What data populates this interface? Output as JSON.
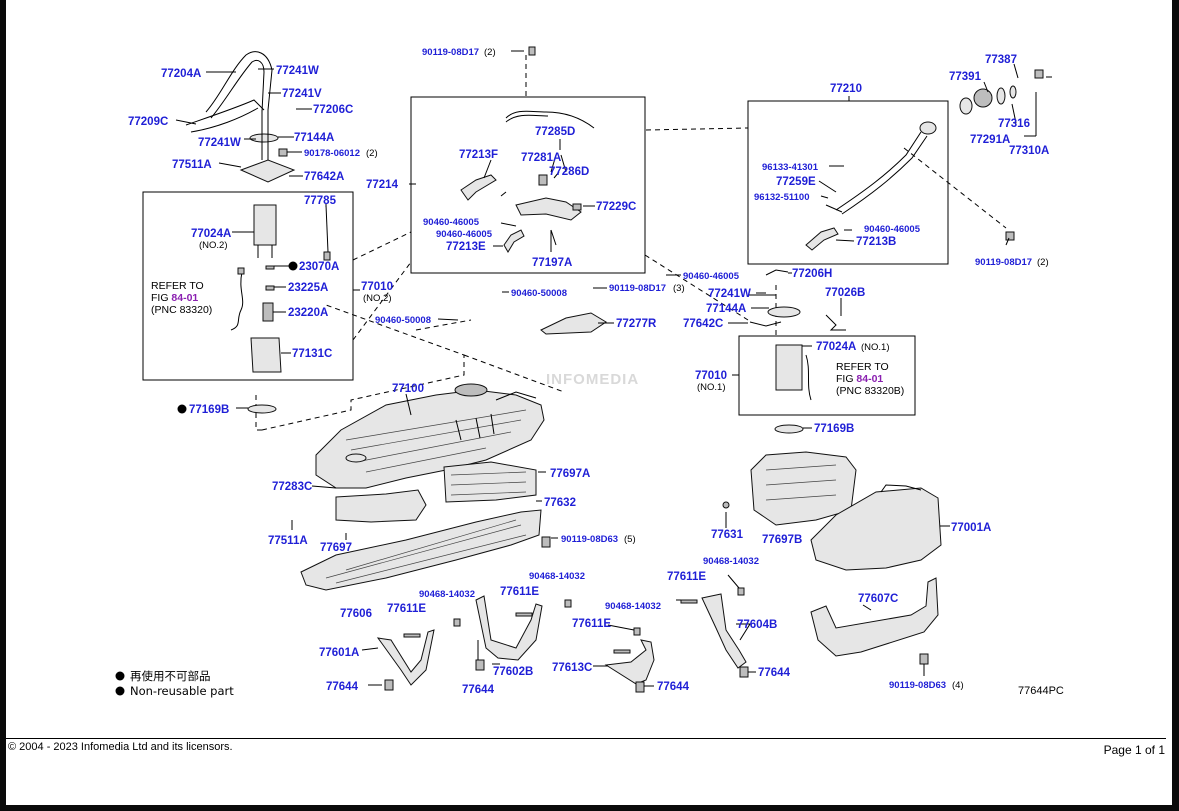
{
  "labels": {
    "p77204A": "77204A",
    "p77241W_a": "77241W",
    "p77241V": "77241V",
    "p77206C": "77206C",
    "p77209C": "77209C",
    "p77241W_b": "77241W",
    "p77144A_a": "77144A",
    "p90178": "90178-06012",
    "q90178": "(2)",
    "p77511A_a": "77511A",
    "p77642A": "77642A",
    "p77785": "77785",
    "p77024A_a": "77024A",
    "n77024A_a": "(NO.2)",
    "p23070A": "23070A",
    "p23225A": "23225A",
    "p23220A": "23220A",
    "p77131C": "77131C",
    "p77010_a": "77010",
    "n77010_a": "(NO.2)",
    "p77169B_a": "77169B",
    "p90119a": "90119-08D17",
    "q90119a": "(2)",
    "p77285D": "77285D",
    "p77213F": "77213F",
    "p77281A": "77281A",
    "p77286D": "77286D",
    "p77214": "77214",
    "p77229C": "77229C",
    "p90460_a": "90460-46005",
    "p90460_b": "90460-46005",
    "p77213E": "77213E",
    "p77197A": "77197A",
    "p90460_50008a": "90460-50008",
    "p90119b": "90119-08D17",
    "q90119b": "(3)",
    "p90460_50008b": "90460-50008",
    "p77277R": "77277R",
    "p90460_c": "90460-46005",
    "p77100": "77100",
    "p77387": "77387",
    "p77391": "77391",
    "p77210": "77210",
    "p77316": "77316",
    "p77291A": "77291A",
    "p77310A": "77310A",
    "p96133": "96133-41301",
    "p77259E": "77259E",
    "p96132": "96132-51100",
    "p90460_d": "90460-46005",
    "p77213B": "77213B",
    "p90119c": "90119-08D17",
    "q90119c": "(2)",
    "p77206H": "77206H",
    "p77241W_c": "77241W",
    "p77026B": "77026B",
    "p77144A_b": "77144A",
    "p77642C": "77642C",
    "p77024A_b": "77024A",
    "n77024A_b": "(NO.1)",
    "p77010_b": "77010",
    "n77010_b": "(NO.1)",
    "p77169B_b": "77169B",
    "p77697A": "77697A",
    "p77283C": "77283C",
    "p77632": "77632",
    "p77511A_b": "77511A",
    "p77697": "77697",
    "p90119d": "90119-08D63",
    "q90119d": "(5)",
    "p77606": "77606",
    "p77611E_a": "77611E",
    "p90468_a": "90468-14032",
    "p90468_b": "90468-14032",
    "p77611E_b": "77611E",
    "p90468_c": "90468-14032",
    "p77611E_c": "77611E",
    "p77601A": "77601A",
    "p77602B": "77602B",
    "p77613C": "77613C",
    "p77644_a": "77644",
    "p77644_b": "77644",
    "p77644_c": "77644",
    "p77631": "77631",
    "p77697B": "77697B",
    "p77001A": "77001A",
    "p90468_d": "90468-14032",
    "p77611E_d": "77611E",
    "p77604B": "77604B",
    "p77644_d": "77644",
    "p77607C": "77607C",
    "p90119e": "90119-08D63",
    "q90119e": "(4)"
  },
  "refer_left": {
    "line1": "REFER TO",
    "fig_prefix": "FIG ",
    "fig": "84-01",
    "pnc": "(PNC 83320)"
  },
  "refer_right": {
    "line1": "REFER TO",
    "fig_prefix": "FIG ",
    "fig": "84-01",
    "pnc": "(PNC 83320B)"
  },
  "legend": {
    "jp": "再使用不可部品",
    "en": "Non-reusable part"
  },
  "diagram_code": "77644PC",
  "watermark": "INFOMEDIA",
  "footer": {
    "copyright": "© 2004 - 2023 Infomedia Ltd and its licensors.",
    "page": "Page 1 of 1"
  },
  "colors": {
    "part_number": "#1f1fd6",
    "fig_ref": "#8a1fb0"
  }
}
